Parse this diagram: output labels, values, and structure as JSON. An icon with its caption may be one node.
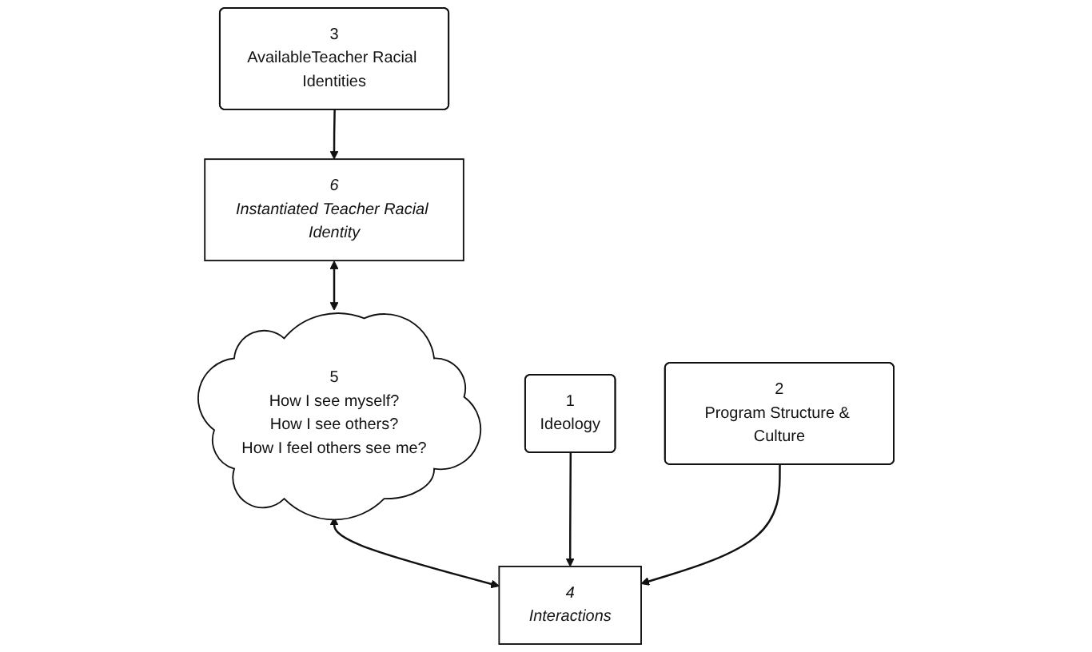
{
  "diagram": {
    "nodes": [
      {
        "text": [
          "1",
          "Ideology"
        ]
      },
      {
        "text": [
          "3",
          "AvailableTeacher Racial Identities"
        ]
      },
      {
        "text": [
          "2",
          "Program Structure & Culture"
        ]
      },
      {
        "text": [
          "6",
          "Instantiated Teacher Racial Identity"
        ]
      },
      {
        "text": [
          "5",
          "How I see myself?",
          "How I see others?",
          "How I feel others see me?"
        ]
      },
      {
        "text": [
          "4",
          "Interactions"
        ]
      }
    ],
    "edges": [
      {
        "from": 1,
        "to": 3,
        "arrow": "to"
      },
      {
        "from": 3,
        "to": 4,
        "arrow": "both"
      },
      {
        "from": 4,
        "to": 5,
        "arrow": "both"
      },
      {
        "from": 0,
        "to": 5,
        "arrow": "to"
      },
      {
        "from": 2,
        "to": 5,
        "arrow": "to"
      }
    ]
  }
}
